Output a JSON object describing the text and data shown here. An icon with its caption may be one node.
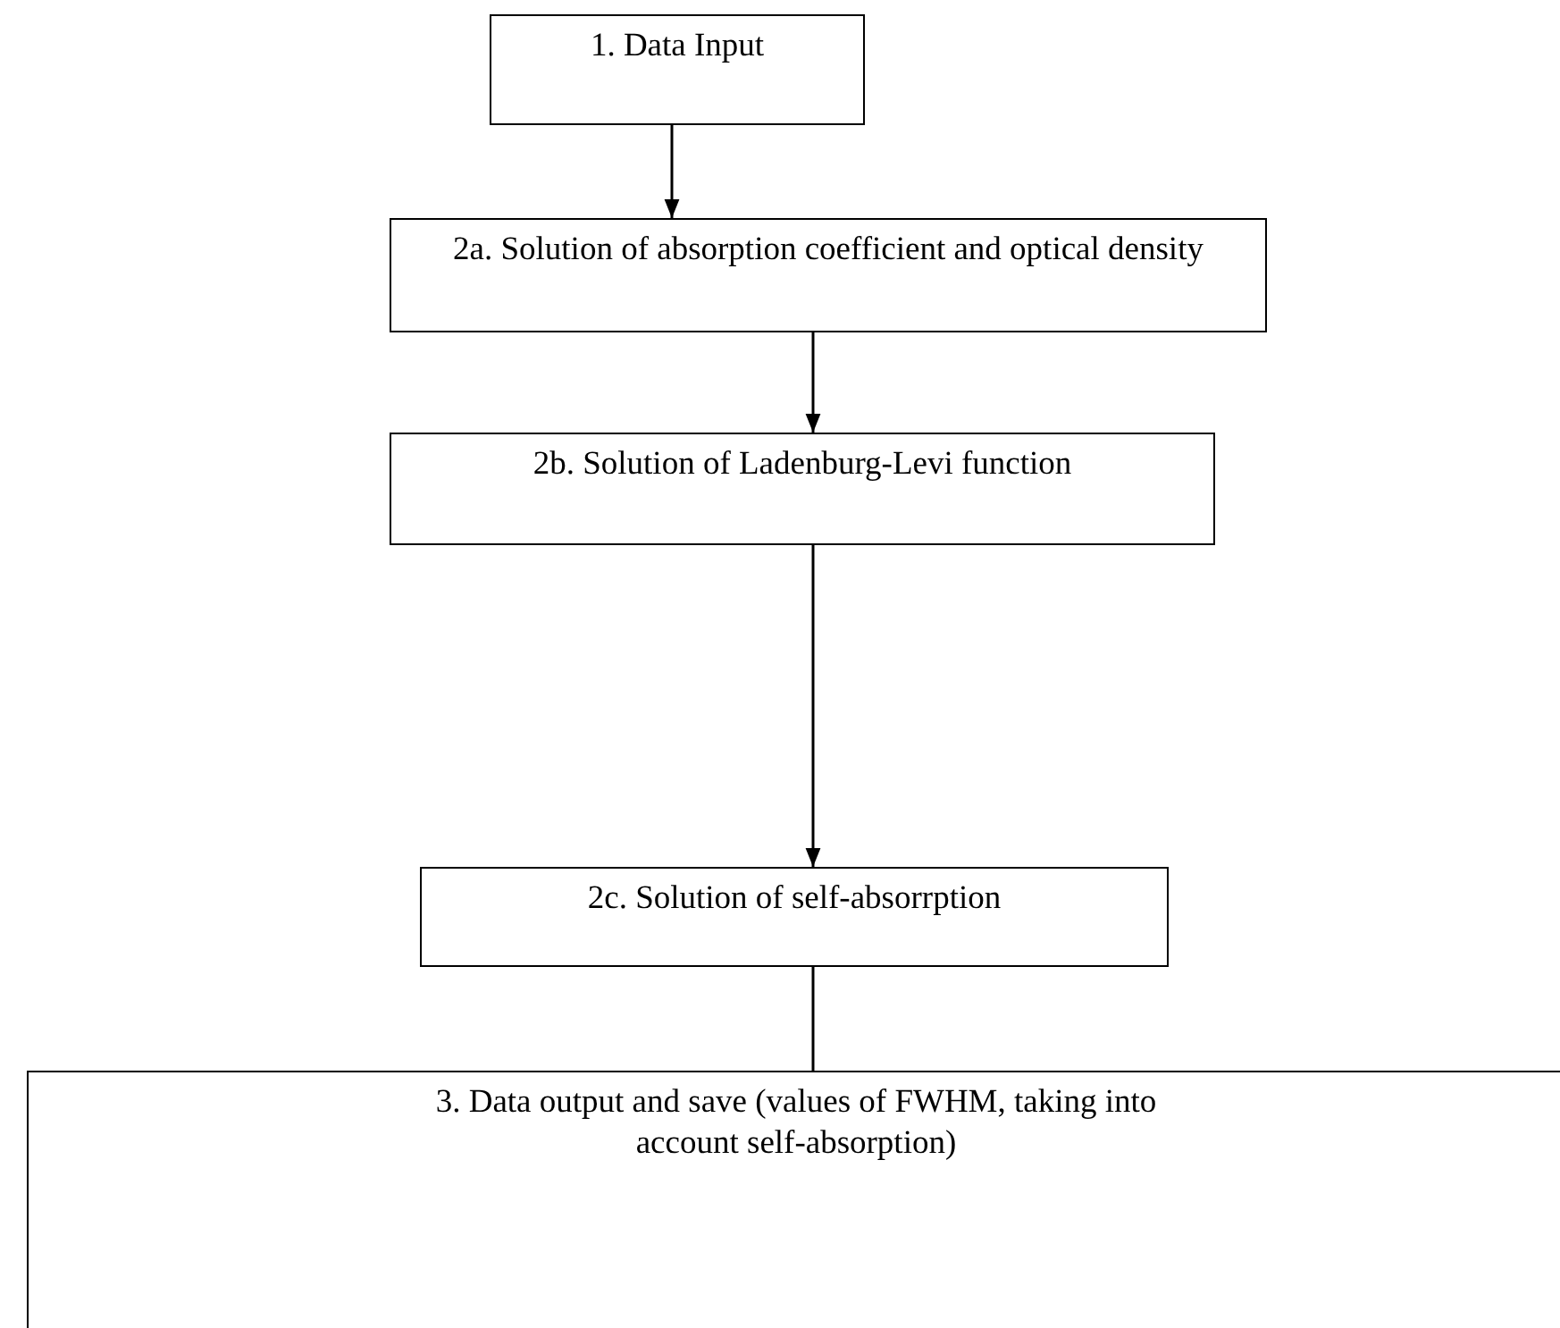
{
  "diagram": {
    "nodes": [
      {
        "text": [
          "1. Data Input"
        ]
      },
      {
        "text": [
          "2a. Solution of absorption coefficient and optical density"
        ]
      },
      {
        "text": [
          "2b. Solution of Ladenburg-Levi function"
        ]
      },
      {
        "text": [
          "2c. Solution of self-absorrption"
        ]
      },
      {
        "text": [
          "3. Data output and save (values of FWHM, taking into account self-absorption)"
        ]
      }
    ],
    "edges": [
      {
        "from": 0,
        "to": 1,
        "arrow": "to"
      },
      {
        "from": 1,
        "to": 2,
        "arrow": "to"
      },
      {
        "from": 2,
        "to": 3,
        "arrow": "to"
      },
      {
        "from": 3,
        "to": 4,
        "arrow": "none"
      }
    ]
  }
}
